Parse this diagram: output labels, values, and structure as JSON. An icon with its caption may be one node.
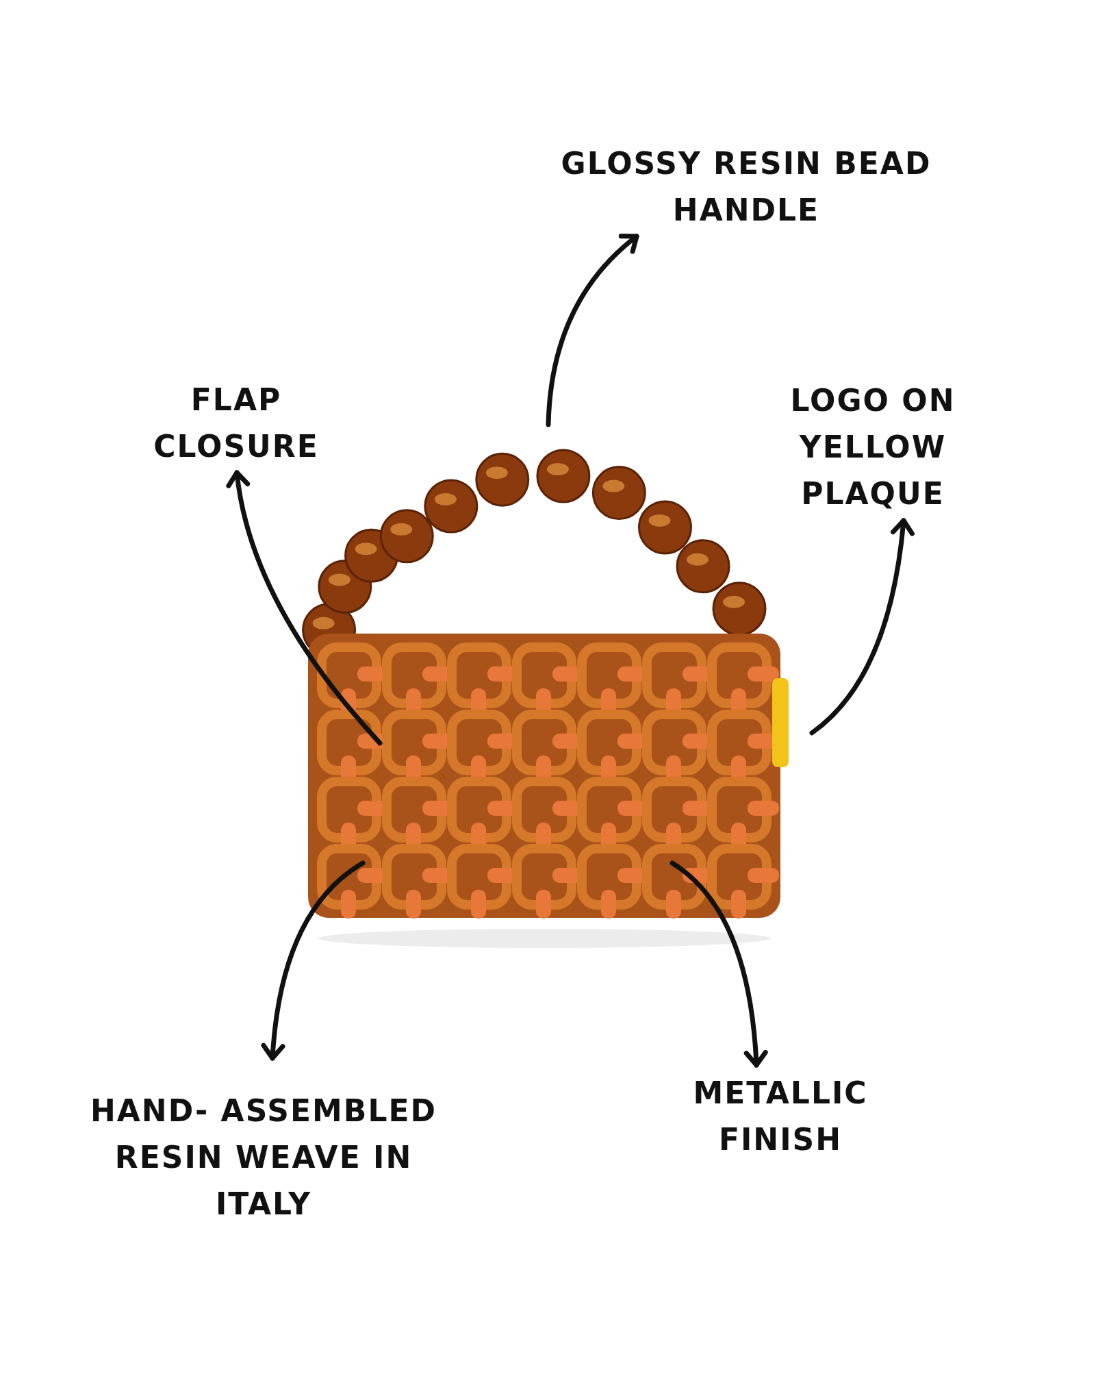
{
  "diagram": {
    "nodes": [
      {
        "text": [
          "GLOSSY RESIN BEAD HANDLE"
        ]
      },
      {
        "text": [
          "FLAP CLOSURE"
        ]
      },
      {
        "text": [
          "LOGO ON YELLOW PLAQUE"
        ]
      },
      {
        "text": [
          "HAND- ASSEMBLED RESIN WEAVE IN ITALY"
        ]
      },
      {
        "text": [
          "METALLIC FINISH"
        ]
      }
    ],
    "edges": [
      {
        "from": null,
        "to": 0,
        "arrow": "to"
      },
      {
        "from": null,
        "to": 1,
        "arrow": "to"
      },
      {
        "from": null,
        "to": 2,
        "arrow": "to"
      },
      {
        "from": null,
        "to": 3,
        "arrow": "to"
      },
      {
        "from": null,
        "to": 4,
        "arrow": "to"
      }
    ]
  }
}
